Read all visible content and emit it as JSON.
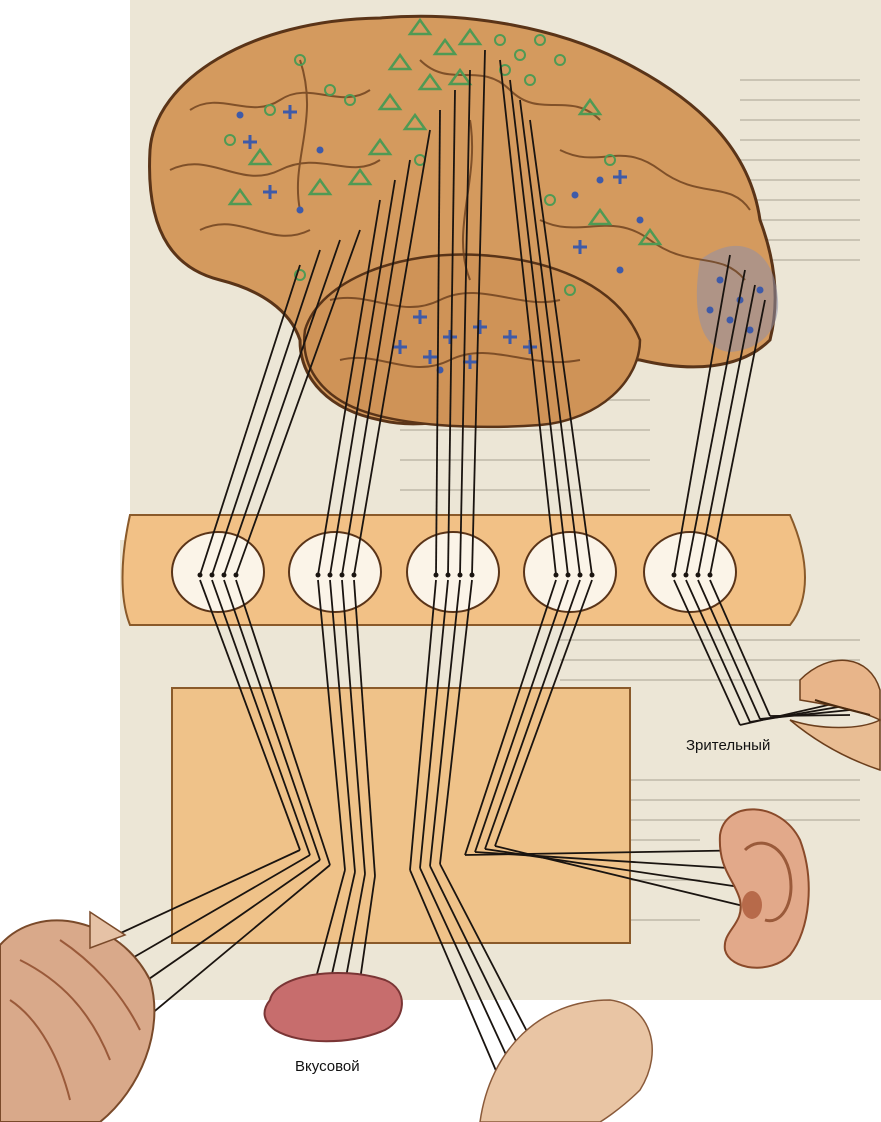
{
  "labels": {
    "visual": "Зрительный",
    "taste": "Вкусовой"
  },
  "colors": {
    "page_paper": "#ece6d6",
    "brain": "#d49a5e",
    "brain_dark": "#b07440",
    "brain_outline": "#5a3418",
    "thalamus_band": "#f2c186",
    "cortex_box": "#efc289",
    "nerve_line": "#1a1410",
    "green_marker": "#4f9a54",
    "blue_marker": "#3e5aa8",
    "tongue": "#c76d6d",
    "ear": "#e2a98a",
    "eye": "#e8b58a",
    "skin": "#e9c5a4",
    "muscle": "#d9a98a"
  },
  "nuclei_count": 5
}
